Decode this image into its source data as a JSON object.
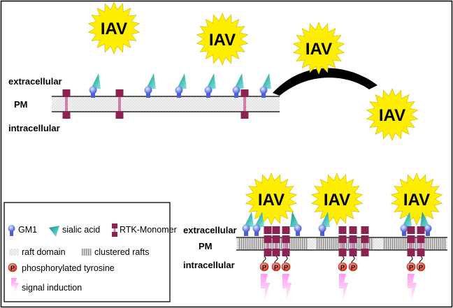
{
  "labels": {
    "extracellular": "extracellular",
    "pm": "PM",
    "intracellular": "intracellular"
  },
  "virus_label": "IAV",
  "phospho_letter": "P",
  "legend": {
    "gm1": "GM1",
    "sialic_acid": "sialic acid",
    "rtk_monomer": "RTK-Monomer",
    "raft_domain": "raft domain",
    "clustered_rafts": "clustered rafts",
    "phosphorylated_tyrosine": "phosphorylated tyrosine",
    "signal_induction": "signal induction"
  },
  "colors": {
    "virus_fill": "#ffee00",
    "rtk": "#8b2252",
    "gm1_head": "#6f7fe6",
    "gm1_stem": "#4a5ed8",
    "sialic": "#19b3a8",
    "phospho": "#e8391f",
    "signal": "#ee77dd",
    "arrow": "#000000"
  }
}
